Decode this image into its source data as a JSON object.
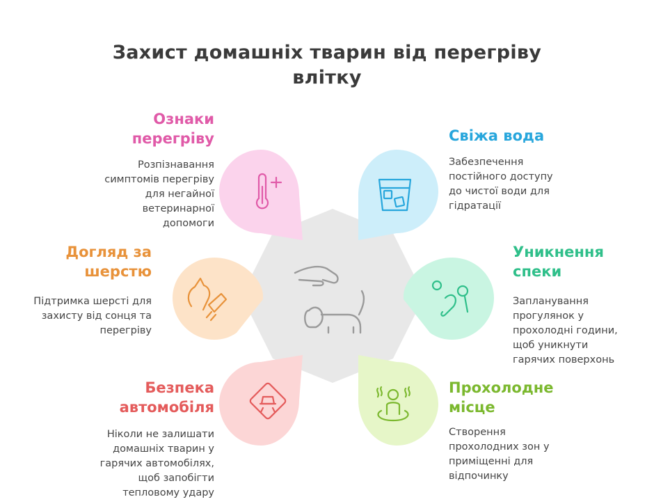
{
  "title": {
    "line1": "Захист домашніх тварин від перегріву",
    "line2": "влітку"
  },
  "colors": {
    "center": "#e8e8e8",
    "pink": "#e05aa8",
    "pink_fill": "#fbd3ec",
    "blue": "#27a6dc",
    "blue_fill": "#cdeefa",
    "orange": "#e8923a",
    "orange_fill": "#fde3c8",
    "green": "#2fbf8a",
    "green_fill": "#c9f5e2",
    "red": "#e45b5b",
    "red_fill": "#fcd6d6",
    "lime": "#7bb82e",
    "lime_fill": "#e6f6c8"
  },
  "items": {
    "signs": {
      "heading_line1": "Ознаки",
      "heading_line2": "перегріву",
      "desc": [
        "Розпізнавання",
        "симптомів перегріву",
        "для негайної",
        "ветеринарної",
        "допомоги"
      ],
      "icon": "thermometer-icon"
    },
    "water": {
      "heading_line1": "Свіжа вода",
      "desc": [
        "Забезпечення",
        "постійного доступу",
        "до чистої води для",
        "гідратації"
      ],
      "icon": "glass-ice-icon"
    },
    "grooming": {
      "heading_line1": "Догляд за",
      "heading_line2": "шерстю",
      "desc": [
        "Підтримка шерсті для",
        "захисту від сонця та",
        "перегріву"
      ],
      "icon": "pet-brush-icon"
    },
    "heat": {
      "heading_line1": "Уникнення",
      "heading_line2": "спеки",
      "desc": [
        "Запланування",
        "прогулянок у",
        "прохолодні години,",
        "щоб уникнути",
        "гарячих поверхонь"
      ],
      "icon": "walk-icon"
    },
    "car": {
      "heading_line1": "Безпека",
      "heading_line2": "автомобіля",
      "desc": [
        "Ніколи не залишати",
        "домашніх тварин у",
        "гарячих автомобілях,",
        "щоб запобігти",
        "тепловому удару"
      ],
      "icon": "car-warning-icon"
    },
    "cool": {
      "heading_line1": "Прохолодне",
      "heading_line2": "місце",
      "desc": [
        "Створення",
        "прохолодних зон у",
        "приміщенні для",
        "відпочинку"
      ],
      "icon": "cool-person-icon"
    }
  },
  "center_icon": "hand-pet-dog-icon"
}
